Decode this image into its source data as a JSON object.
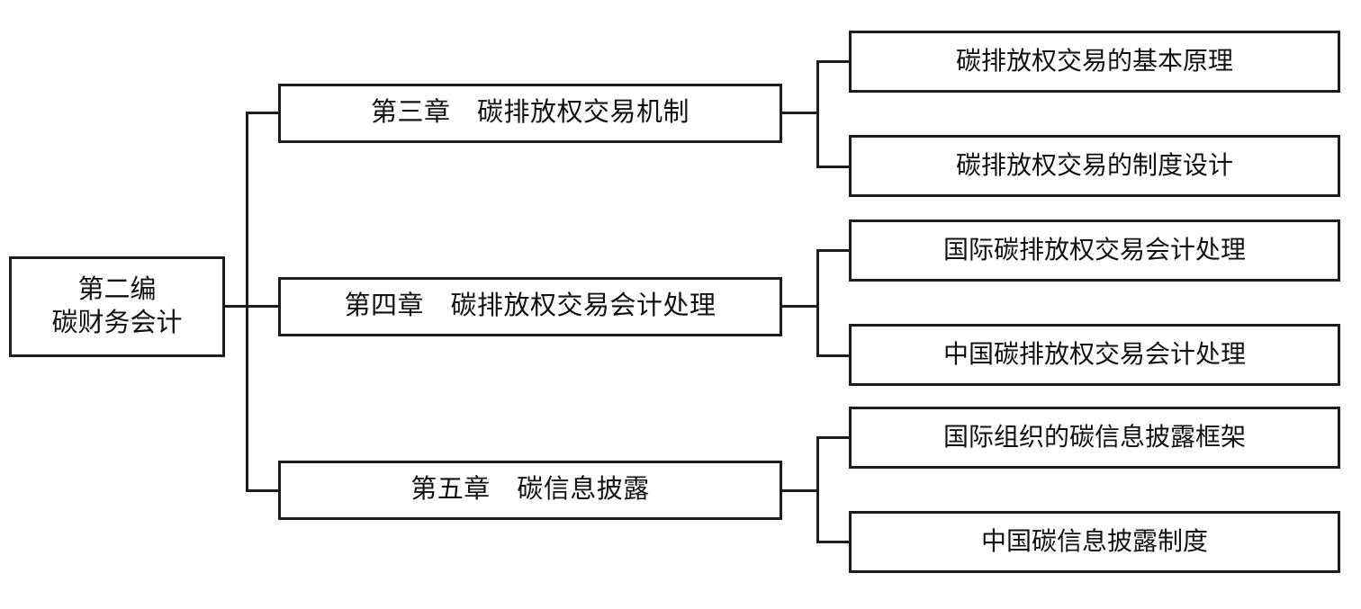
{
  "diagram": {
    "type": "org-tree",
    "title_text": "",
    "colors": {
      "line": "#1c1c1c",
      "box_border": "#1c1c1c",
      "box_fill": "#ffffff",
      "text": "#111111",
      "background": "#ffffff"
    },
    "root": {
      "label": "第二编\n碳财务会计",
      "line1": "第二编",
      "line2": "碳财务会计"
    },
    "branches": [
      {
        "chapter": "第三章　碳排放权交易机制",
        "chapter_number": "第三章",
        "chapter_title": "碳排放权交易机制",
        "leaves": [
          "碳排放权交易的基本原理",
          "碳排放权交易的制度设计"
        ]
      },
      {
        "chapter": "第四章　碳排放权交易会计处理",
        "chapter_number": "第四章",
        "chapter_title": "碳排放权交易会计处理",
        "leaves": [
          "国际碳排放权交易会计处理",
          "中国碳排放权交易会计处理"
        ]
      },
      {
        "chapter": "第五章　碳信息披露",
        "chapter_number": "第五章",
        "chapter_title": "碳信息披露",
        "leaves": [
          "国际组织的碳信息披露框架",
          "中国碳信息披露制度"
        ]
      }
    ]
  }
}
